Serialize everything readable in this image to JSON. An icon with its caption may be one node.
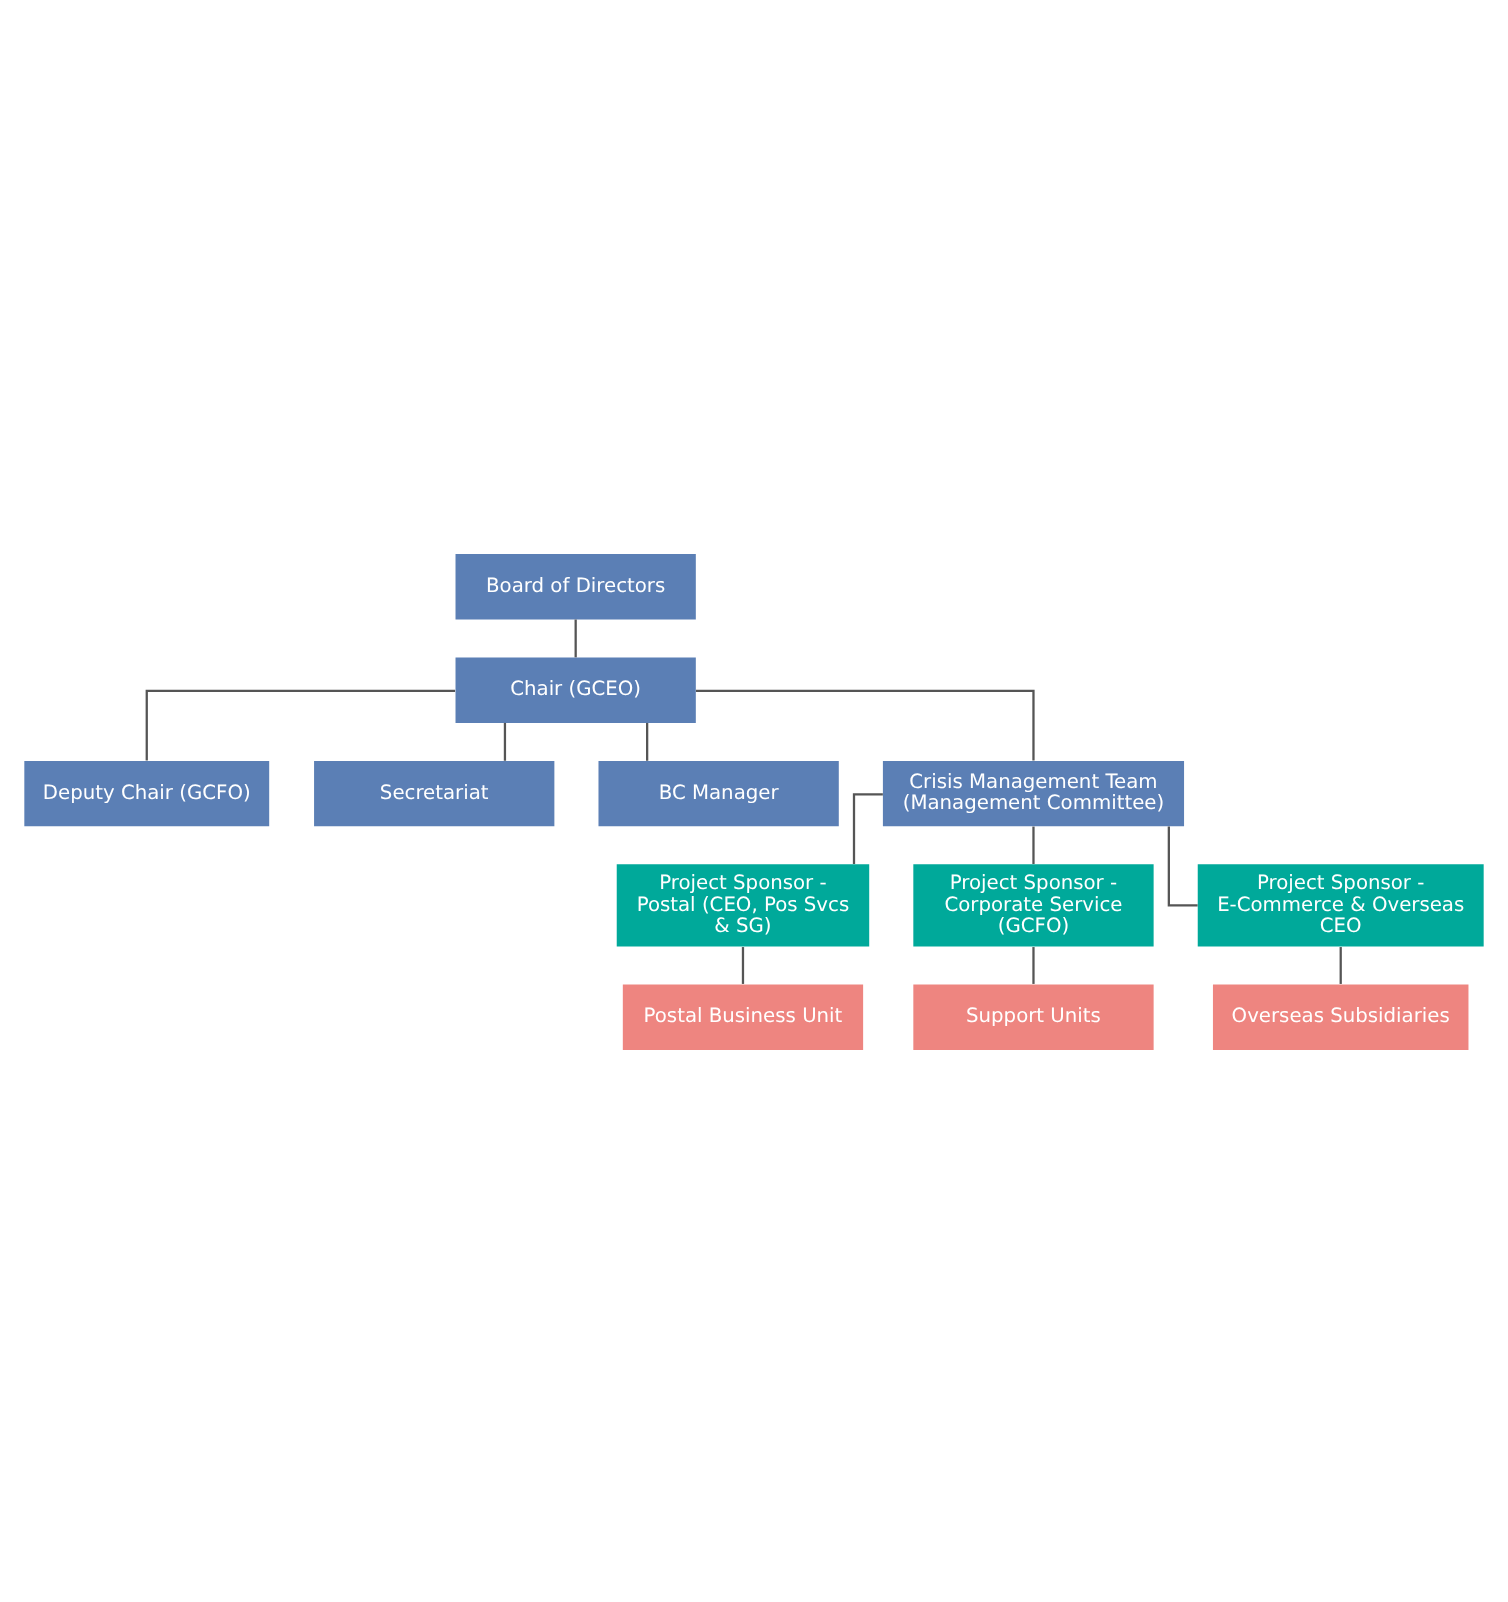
{
  "diagram": {
    "nodes": [
      {
        "text": [
          "Board of Directors"
        ]
      },
      {
        "text": [
          "Chair (GCEO)"
        ]
      },
      {
        "text": [
          "Deputy Chair (GCFO)"
        ]
      },
      {
        "text": [
          "Secretariat"
        ]
      },
      {
        "text": [
          "BC Manager"
        ]
      },
      {
        "text": [
          "Crisis Management Team (Management Committee)"
        ]
      },
      {
        "text": [
          "Project Sponsor - Postal (CEO, Pos Svcs & SG)"
        ]
      },
      {
        "text": [
          "Project Sponsor - Corporate Service (GCFO)"
        ]
      },
      {
        "text": [
          "Project Sponsor - E-Commerce & Overseas CEO"
        ]
      },
      {
        "text": [
          "Postal Business Unit"
        ]
      },
      {
        "text": [
          "Support Units"
        ]
      },
      {
        "text": [
          "Overseas Subsidiaries"
        ]
      }
    ],
    "edges": [
      {
        "from": 0,
        "to": 1,
        "arrow": "none"
      },
      {
        "from": 1,
        "to": 2,
        "arrow": "none"
      },
      {
        "from": 1,
        "to": 3,
        "arrow": "none"
      },
      {
        "from": 1,
        "to": 4,
        "arrow": "none"
      },
      {
        "from": 1,
        "to": 5,
        "arrow": "none"
      },
      {
        "from": 5,
        "to": 6,
        "arrow": "none"
      },
      {
        "from": 5,
        "to": 7,
        "arrow": "none"
      },
      {
        "from": 5,
        "to": 8,
        "arrow": "none"
      },
      {
        "from": 6,
        "to": 9,
        "arrow": "none"
      },
      {
        "from": 7,
        "to": 10,
        "arrow": "none"
      },
      {
        "from": 8,
        "to": 11,
        "arrow": "none"
      }
    ]
  }
}
